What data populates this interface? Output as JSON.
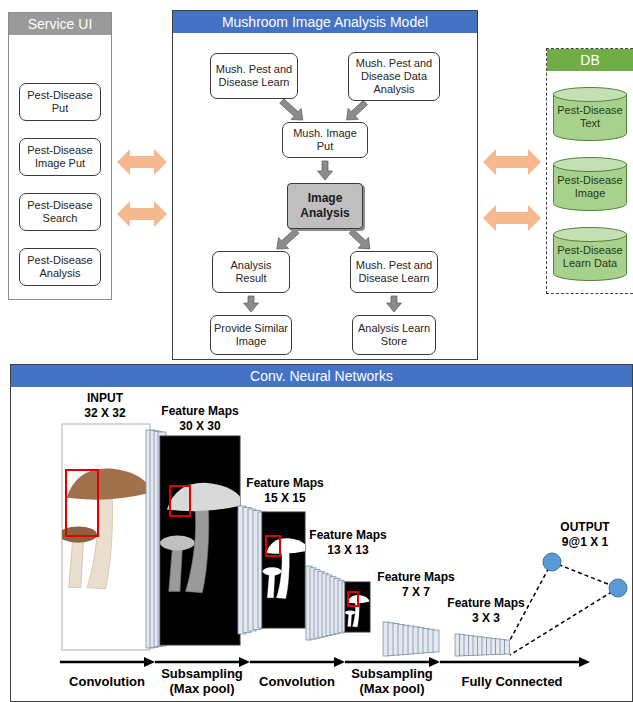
{
  "diagram": {
    "nodes": [
      {
        "text": [
          "Service UI"
        ]
      },
      {
        "text": [
          "Pest-Disease Put"
        ],
        "in": 0
      },
      {
        "text": [
          "Pest-Disease Image Put"
        ],
        "in": 0
      },
      {
        "text": [
          "Pest-Disease Search"
        ],
        "in": 0
      },
      {
        "text": [
          "Pest-Disease Analysis"
        ],
        "in": 0
      },
      {
        "text": [
          "Mushroom Image Analysis Model"
        ]
      },
      {
        "text": [
          "Mush. Pest and Disease Learn"
        ],
        "in": 5
      },
      {
        "text": [
          "Mush. Pest and Disease Data Analysis"
        ],
        "in": 5
      },
      {
        "text": [
          "Mush. Image Put"
        ],
        "in": 5
      },
      {
        "text": [
          "Image Analysis"
        ],
        "in": 5
      },
      {
        "text": [
          "Analysis Result"
        ],
        "in": 5
      },
      {
        "text": [
          "Mush. Pest and Disease Learn"
        ],
        "in": 5
      },
      {
        "text": [
          "Provide Similar Image"
        ],
        "in": 5
      },
      {
        "text": [
          "Analysis Learn Store"
        ],
        "in": 5
      },
      {
        "text": [
          "DB"
        ]
      },
      {
        "text": [
          "Pest-Disease Text"
        ],
        "in": 14
      },
      {
        "text": [
          "Pest-Disease Image"
        ],
        "in": 14
      },
      {
        "text": [
          "Pest-Disease Learn Data"
        ],
        "in": 14
      },
      {
        "text": [
          "Conv. Neural Networks"
        ]
      }
    ],
    "edges": [
      {
        "from": 0,
        "to": 5,
        "arrow": "both"
      },
      {
        "from": 0,
        "to": 5,
        "arrow": "both"
      },
      {
        "from": 5,
        "to": 14,
        "arrow": "both"
      },
      {
        "from": 5,
        "to": 14,
        "arrow": "both"
      },
      {
        "from": 6,
        "to": 8,
        "arrow": "to"
      },
      {
        "from": 7,
        "to": 8,
        "arrow": "to"
      },
      {
        "from": 8,
        "to": 9,
        "arrow": "to"
      },
      {
        "from": 9,
        "to": 10,
        "arrow": "to"
      },
      {
        "from": 9,
        "to": 11,
        "arrow": "to"
      },
      {
        "from": 10,
        "to": 12,
        "arrow": "to"
      },
      {
        "from": 11,
        "to": 13,
        "arrow": "to"
      }
    ],
    "labels": [
      "INPUT",
      "32 X 32",
      "Feature Maps",
      "30 X 30",
      "Feature Maps",
      "15 X 15",
      "Feature Maps",
      "13 X 13",
      "Feature Maps",
      "7 X 7",
      "OUTPUT",
      "9@1 X 1",
      "Feature Maps",
      "3 X 3",
      "Convolution",
      "Subsampling (Max pool)",
      "Convolution",
      "Subsampling (Max pool)",
      "Fully Connected"
    ]
  }
}
